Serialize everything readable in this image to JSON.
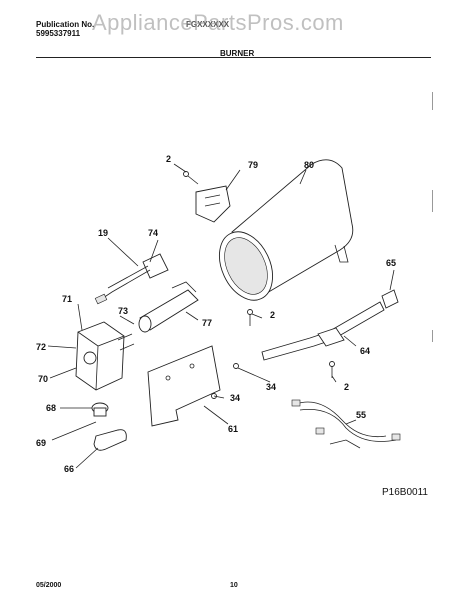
{
  "header": {
    "publication_label": "Publication No.",
    "publication_number": "5995337911",
    "model_partial": "FGXXXXXX",
    "section_title": "BURNER"
  },
  "watermark": "AppliancePartsPros.com",
  "diagram_code": "P16B0011",
  "footer": {
    "date": "05/2000",
    "page_number": "10"
  },
  "part_labels": [
    "2",
    "79",
    "80",
    "19",
    "74",
    "71",
    "73",
    "77",
    "72",
    "70",
    "2",
    "65",
    "64",
    "34",
    "2",
    "68",
    "34",
    "69",
    "61",
    "55",
    "66"
  ]
}
